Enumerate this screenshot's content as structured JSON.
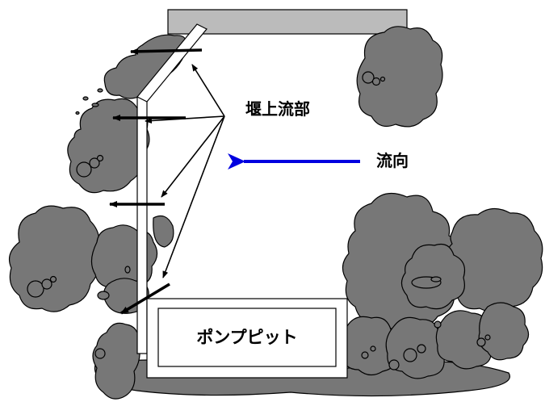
{
  "labels": {
    "weir_overflow": "堰上流部",
    "flow_direction": "流向",
    "pump_pit": "ポンプピット"
  },
  "colors": {
    "vegetation_fill": "#777777",
    "vegetation_stroke": "#000000",
    "flow_arrow": "#0000e0",
    "top_structure": "#bbbbbb"
  },
  "icons": {
    "flow_arrow": "left-arrow-icon",
    "overflow_arrows": "left-arrow-icon",
    "vegetation": "tree-canopy-icon"
  }
}
